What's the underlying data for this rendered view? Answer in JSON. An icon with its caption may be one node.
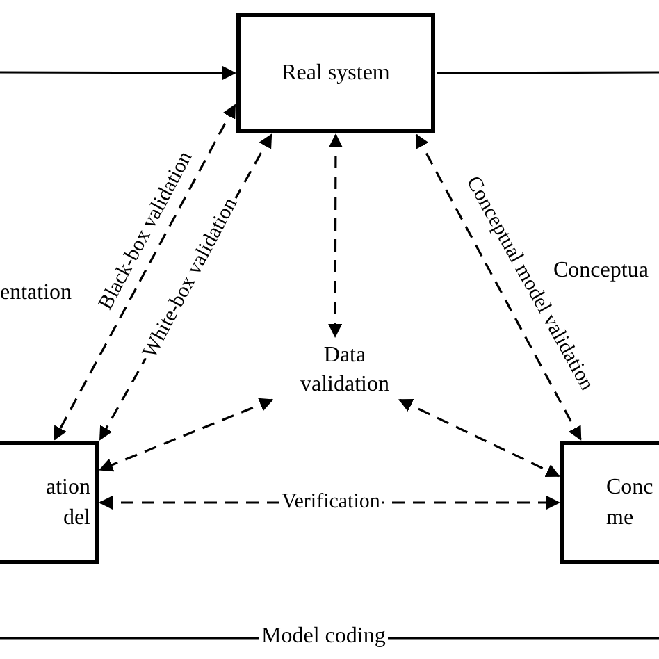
{
  "diagram": {
    "nodes": [
      {
        "text": [
          "Real system"
        ]
      },
      {
        "text": [
          "ation del"
        ]
      },
      {
        "text": [
          "Conc me"
        ]
      },
      {
        "text": [
          "Data validation"
        ]
      }
    ],
    "edges": [
      {
        "from": null,
        "to": 0,
        "arrow": "to"
      },
      {
        "from": 0,
        "to": null,
        "arrow": "none"
      },
      {
        "from": 0,
        "to": 1,
        "arrow": "both",
        "style": "dashed",
        "label": "Black-box validation"
      },
      {
        "from": 0,
        "to": 1,
        "arrow": "both",
        "style": "dashed",
        "label": "White-box validation"
      },
      {
        "from": 0,
        "to": 3,
        "arrow": "both",
        "style": "dashed"
      },
      {
        "from": 0,
        "to": 2,
        "arrow": "both",
        "style": "dashed",
        "label": "Conceptual model validation"
      },
      {
        "from": 3,
        "to": 1,
        "arrow": "both",
        "style": "dashed"
      },
      {
        "from": 3,
        "to": 2,
        "arrow": "both",
        "style": "dashed"
      },
      {
        "from": 1,
        "to": 2,
        "arrow": "both",
        "style": "dashed",
        "label": "Verification"
      }
    ],
    "labels": [
      "entation",
      "Conceptua",
      "Model coding"
    ]
  }
}
